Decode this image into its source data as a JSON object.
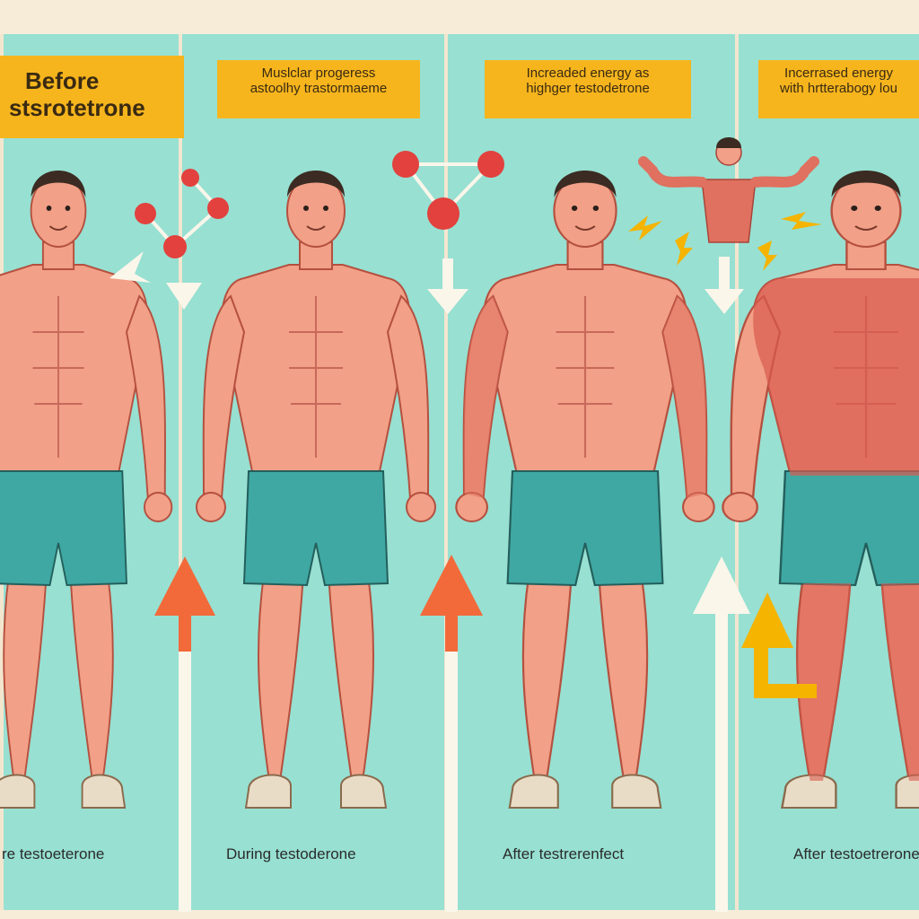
{
  "labels": {
    "top_1_line1": "Before",
    "top_1_line2": "stsrotetrone",
    "top_2_line1": "Muslclar progeress",
    "top_2_line2": "astoolhy trastormaeme",
    "top_3_line1": "Increaded energy as",
    "top_3_line2": "highger testodetrone",
    "top_4_line1": "Incerrased energy",
    "top_4_line2": "with hrtterabogy lou"
  },
  "stages": [
    {
      "label": "re testoeterone"
    },
    {
      "label": "During testoderone"
    },
    {
      "label": "After testrerenfect"
    },
    {
      "label": "After testoetrerone"
    }
  ],
  "colors": {
    "panel": "#97e0d2",
    "label_box": "#f6b51d",
    "skin": "#f2a088",
    "muscle": "#d95a4e",
    "shorts": "#3fa8a3",
    "arrow_orange": "#f26a3a",
    "arrow_yellow": "#f5b400",
    "arrow_white": "#fbf6ea",
    "molecule": "#e2413d"
  }
}
